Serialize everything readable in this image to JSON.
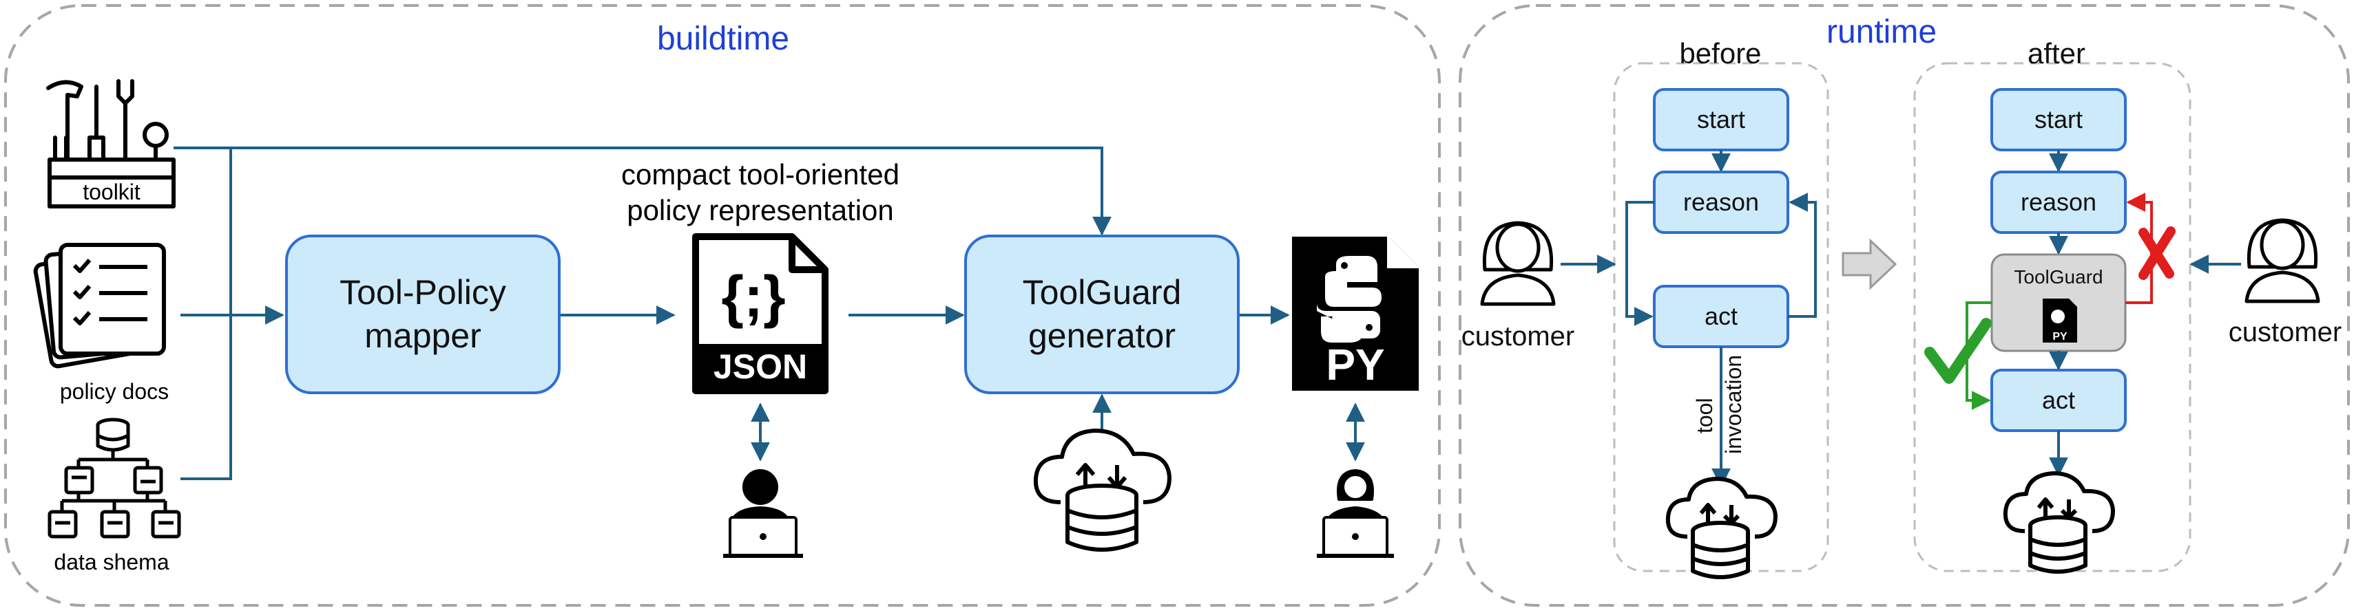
{
  "buildtime": {
    "title": "buildtime",
    "toolkit_label": "toolkit",
    "policy_docs_label": "policy docs",
    "data_schema_label": "data shema",
    "mapper_label_line1": "Tool-Policy",
    "mapper_label_line2": "mapper",
    "policy_rep_line1": "compact tool-oriented",
    "policy_rep_line2": "policy representation",
    "json_label": "JSON",
    "json_glyph": "{;}",
    "generator_label_line1": "ToolGuard",
    "generator_label_line2": "generator",
    "py_label": "PY"
  },
  "runtime": {
    "title": "runtime",
    "before": {
      "title": "before",
      "start": "start",
      "reason": "reason",
      "act": "act",
      "tool_line1": "tool",
      "tool_line2": "invocation"
    },
    "after": {
      "title": "after",
      "start": "start",
      "reason": "reason",
      "toolguard": "ToolGuard",
      "py_badge": "PY",
      "act": "act"
    },
    "customer_left": "customer",
    "customer_right": "customer"
  },
  "colors": {
    "arrow": "#1f5f86",
    "box_fill": "#cdeafa",
    "box_stroke": "#2f6fd0",
    "title_blue": "#1f3fd6",
    "dashed": "#a6a6a6",
    "reject": "#e11d1d",
    "accept": "#2ca02c",
    "toolguard_fill": "#d9d9d9"
  }
}
